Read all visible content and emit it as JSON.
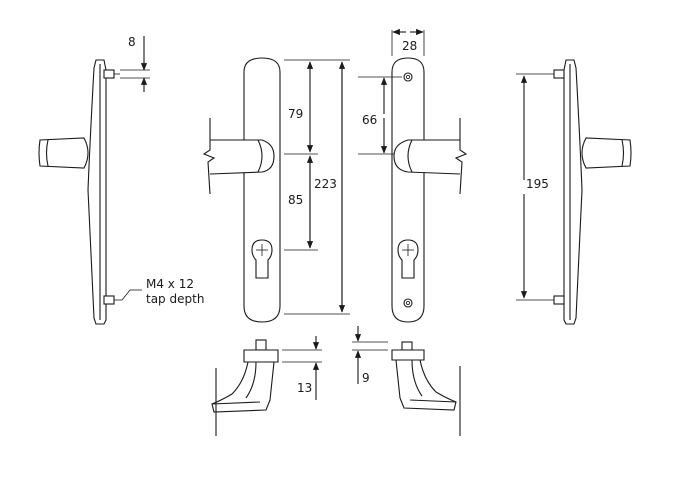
{
  "dimensions": {
    "screw_offset": "8",
    "plate_width": "28",
    "upper_spacing": "79",
    "lower_spacing": "85",
    "overall_length": "223",
    "handle_offset": "66",
    "fixing_centres": "195",
    "rose_height_left": "13",
    "rose_height_right": "9"
  },
  "notes": {
    "thread_line1": "M4 x 12",
    "thread_line2": "tap depth"
  },
  "colors": {
    "ink": "#1a1a1a",
    "fill": "#ffffff"
  }
}
